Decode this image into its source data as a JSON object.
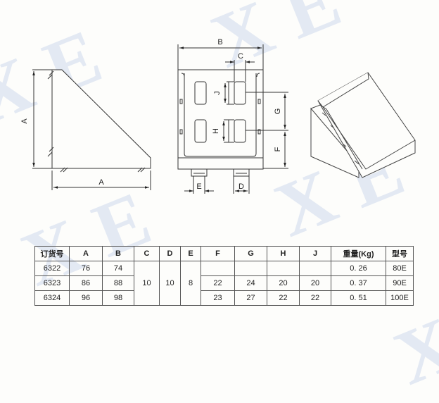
{
  "watermark": {
    "text": "XE",
    "color": "#dfe6f2"
  },
  "side_view": {
    "label_height": "A",
    "label_width": "A"
  },
  "front_view": {
    "label_B": "B",
    "label_C": "C",
    "label_J": "J",
    "label_G": "G",
    "label_H": "H",
    "label_F": "F",
    "label_E": "E",
    "label_D": "D"
  },
  "table": {
    "headers": [
      "订货号",
      "A",
      "B",
      "C",
      "D",
      "E",
      "F",
      "G",
      "H",
      "J",
      "重量(Kg)",
      "型号"
    ],
    "shared": {
      "C": "10",
      "D": "10",
      "E": "8"
    },
    "rows": [
      {
        "order_no": "6322",
        "A": "76",
        "B": "74",
        "F": "",
        "G": "",
        "H": "",
        "J": "",
        "weight": "0. 26",
        "model": "80E"
      },
      {
        "order_no": "6323",
        "A": "86",
        "B": "88",
        "F": "22",
        "G": "24",
        "H": "20",
        "J": "20",
        "weight": "0. 37",
        "model": "90E"
      },
      {
        "order_no": "6324",
        "A": "96",
        "B": "98",
        "F": "23",
        "G": "27",
        "H": "22",
        "J": "22",
        "weight": "0. 51",
        "model": "100E"
      }
    ]
  }
}
